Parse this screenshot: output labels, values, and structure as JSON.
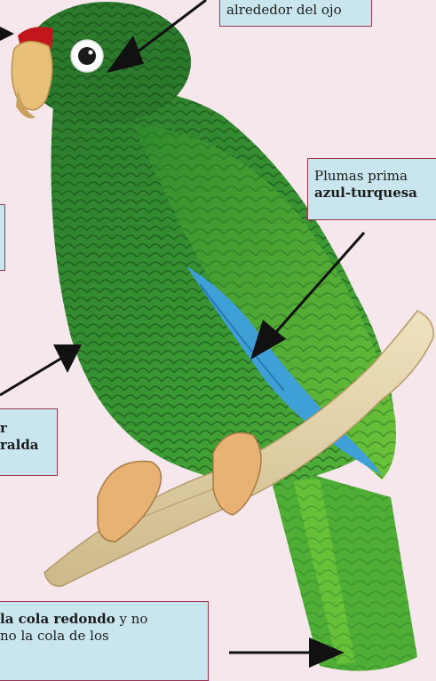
{
  "labels": {
    "eye_ring": {
      "line1": "alrededor del ojo"
    },
    "primaries": {
      "line1": "Plumas prima",
      "line2": "azul-turquesa"
    },
    "body": {
      "line1": "r",
      "line2": "ralda"
    },
    "tail": {
      "line1_bold": "la cola redondo",
      "line1_rest": " y no",
      "line2": "no la cola de los"
    }
  },
  "colors": {
    "background": "#f5e7ec",
    "label_fill": "#c9e6ee",
    "label_border": "#9a3552",
    "parrot_green": "#2f8a2c",
    "parrot_light_green": "#6cc43a",
    "wing_blue": "#3fa0d8",
    "forehead_red": "#c0161c",
    "beak": "#e8c07a",
    "branch": "#e2d3a8",
    "arrow": "#111111"
  }
}
